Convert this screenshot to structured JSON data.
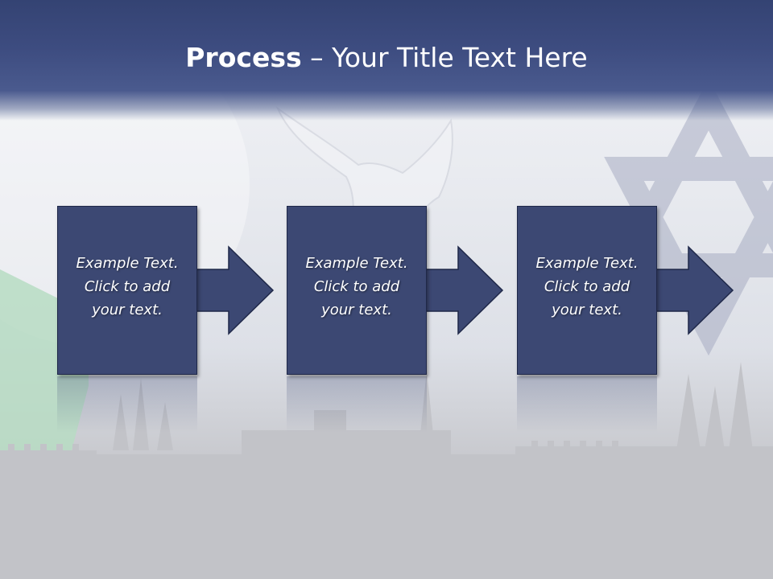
{
  "title": {
    "bold": "Process",
    "rest": " – Your Title Text Here"
  },
  "steps": [
    {
      "line1": "Example Text.",
      "line2": "Click  to add",
      "line3": "your text."
    },
    {
      "line1": "Example Text.",
      "line2": "Click  to add",
      "line3": "your text."
    },
    {
      "line1": "Example Text.",
      "line2": "Click  to add",
      "line3": "your text."
    }
  ],
  "colors": {
    "title_bar": "#3d4c80",
    "step_fill": "#3c4873",
    "step_border": "#1f2849",
    "text": "#ffffff"
  }
}
